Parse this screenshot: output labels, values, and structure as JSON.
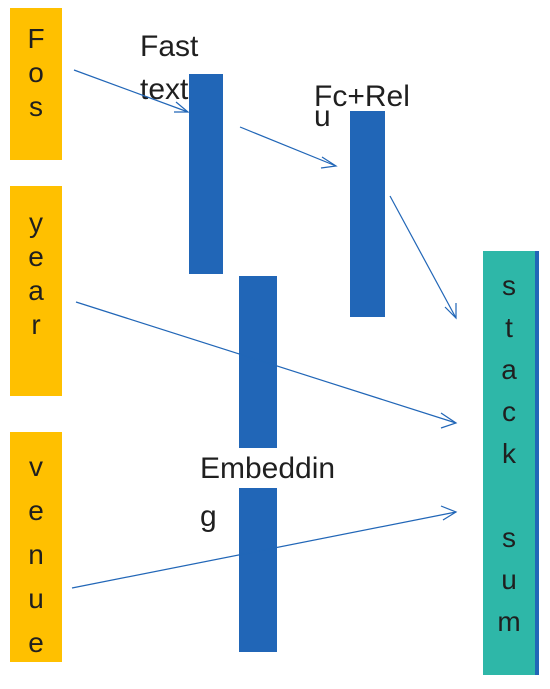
{
  "inputs": {
    "fos": [
      "F",
      "o",
      "s"
    ],
    "year": [
      "y",
      "e",
      "a",
      "r"
    ],
    "venue": [
      "v",
      "e",
      "n",
      "u",
      "e"
    ]
  },
  "labels": {
    "fasttext_line1": "Fast",
    "fasttext_line2": "text",
    "fcrelu_line1": "Fc+Rel",
    "fcrelu_line2": "u",
    "embedding_line1": "Embeddin",
    "embedding_line2": "g"
  },
  "output": {
    "letters": [
      "s",
      "t",
      "a",
      "c",
      "k",
      "",
      "s",
      "u",
      "m"
    ]
  },
  "colors": {
    "input_fill": "#FFC000",
    "layer_fill": "#2166B7",
    "output_fill": "#2EB7A8",
    "arrow": "#2166B7"
  }
}
